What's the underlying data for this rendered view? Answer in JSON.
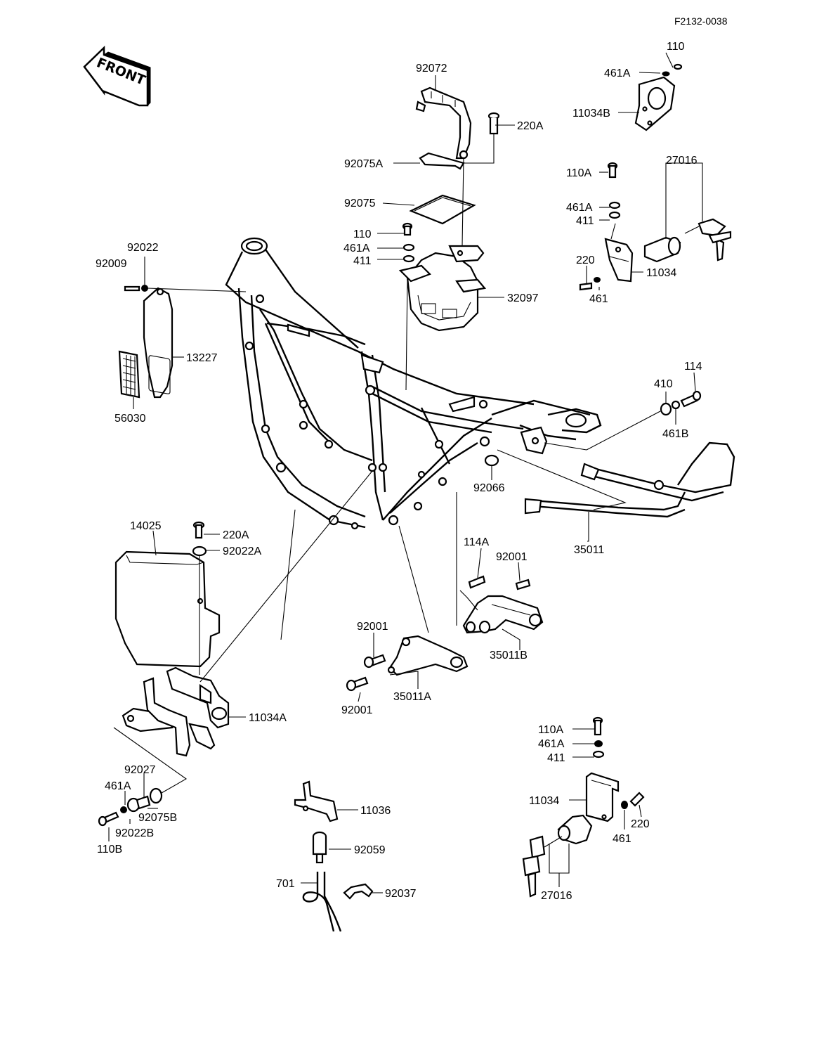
{
  "diagram_code": "F2132-0038",
  "front_text": "FRONT",
  "labels": {
    "l110_top": "110",
    "l461A_top": "461A",
    "l11034B": "11034B",
    "l92072": "92072",
    "l220A_top": "220A",
    "l92075A": "92075A",
    "l92075": "92075",
    "l110_mid": "110",
    "l461A_mid": "461A",
    "l411_mid": "411",
    "l32097": "32097",
    "l27016_top": "27016",
    "l110A_top": "110A",
    "l461A_r": "461A",
    "l411_r": "411",
    "l220_r": "220",
    "l11034_r": "11034",
    "l461_r": "461",
    "l92022": "92022",
    "l92009": "92009",
    "l13227": "13227",
    "l56030": "56030",
    "l114": "114",
    "l410": "410",
    "l461B": "461B",
    "l92066": "92066",
    "l35011": "35011",
    "l14025": "14025",
    "l220A_l": "220A",
    "l92022A": "92022A",
    "l114A": "114A",
    "l92001_r": "92001",
    "l35011B": "35011B",
    "l92001_a": "92001",
    "l92001_b": "92001",
    "l35011A": "35011A",
    "l11034A": "11034A",
    "l92027": "92027",
    "l461A_bl": "461A",
    "l92075B": "92075B",
    "l92022B": "92022B",
    "l110B": "110B",
    "l11036": "11036",
    "l92059": "92059",
    "l701": "701",
    "l92037": "92037",
    "l110A_br": "110A",
    "l461A_br": "461A",
    "l411_br": "411",
    "l11034_br": "11034",
    "l220_br": "220",
    "l461_br": "461",
    "l27016_br": "27016"
  }
}
